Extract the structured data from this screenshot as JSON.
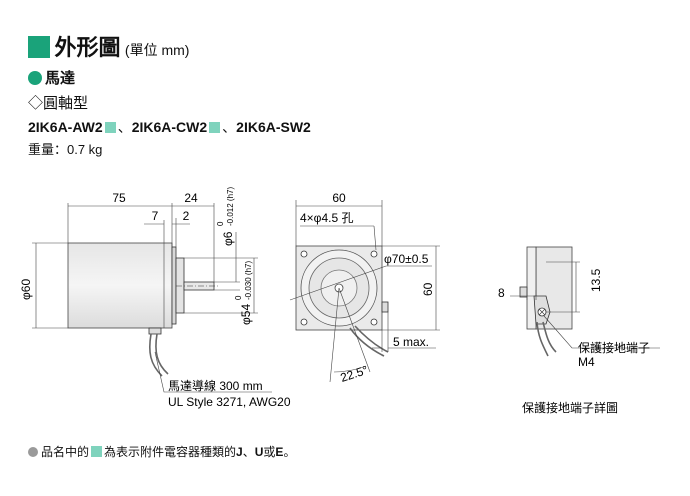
{
  "header": {
    "title": "外形圖",
    "unit": "(單位 mm)"
  },
  "section": {
    "title": "馬達",
    "subtitle": "◇圓軸型"
  },
  "models": {
    "m1": "2IK6A-AW2",
    "m2": "2IK6A-CW2",
    "m3": "2IK6A-SW2",
    "sep1": "、",
    "sep2": "、"
  },
  "weight": "重量：0.7 kg",
  "side_view": {
    "dim_75": "75",
    "dim_24": "24",
    "dim_7": "7",
    "dim_2": "2",
    "dia_shaft": "φ6",
    "tol_shaft_top": "0",
    "tol_shaft_bot": "-0.012 (h7)",
    "dia_pilot": "φ54",
    "tol_pilot_top": "0",
    "tol_pilot_bot": "-0.030 (h7)",
    "dia_body": "φ60",
    "lead_line1": "馬達導線 300 mm",
    "lead_line2": "UL Style 3271, AWG20"
  },
  "front_view": {
    "dim_60_top": "60",
    "dim_60_right": "60",
    "holes": "4×φ4.5 孔",
    "pcd": "φ70±0.5",
    "max": "5 max.",
    "angle": "22.5°"
  },
  "detail_view": {
    "dim_8": "8",
    "dim_135": "13.5",
    "ground_label": "保護接地端子",
    "screw": "M4",
    "caption": "保護接地端子詳圖"
  },
  "footnote": {
    "pre": "品名中的",
    "post": "為表示附件電容器種類的",
    "j": "J",
    "sep1": "、",
    "u": "U",
    "or": "或",
    "e": "E",
    "end": "。"
  }
}
